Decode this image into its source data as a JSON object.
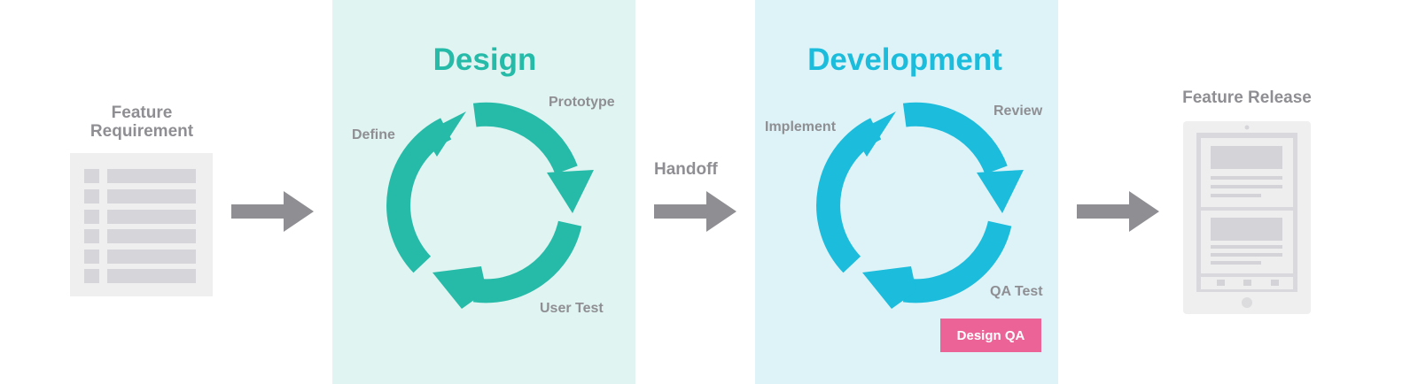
{
  "stages": {
    "requirement": {
      "title_line1": "Feature",
      "title_line2": "Requirement"
    },
    "design": {
      "title": "Design",
      "steps": {
        "prototype": "Prototype",
        "define": "Define",
        "user_test": "User Test"
      }
    },
    "handoff": "Handoff",
    "development": {
      "title": "Development",
      "steps": {
        "implement": "Implement",
        "review": "Review",
        "qa_test": "QA Test"
      },
      "badge": "Design QA"
    },
    "release": {
      "title": "Feature Release"
    }
  },
  "colors": {
    "design_accent": "#26bba8",
    "design_panel": "#e0f4f2",
    "dev_accent": "#1bbcdc",
    "dev_panel": "#ddf3f8",
    "badge": "#ec6497",
    "arrow": "#8f8f93",
    "label_text": "#8f8f93"
  },
  "icons": {
    "requirement": "document-list-icon",
    "release": "tablet-device-icon",
    "cycle": "refresh-cycle-icon",
    "flow": "right-arrow-icon"
  }
}
